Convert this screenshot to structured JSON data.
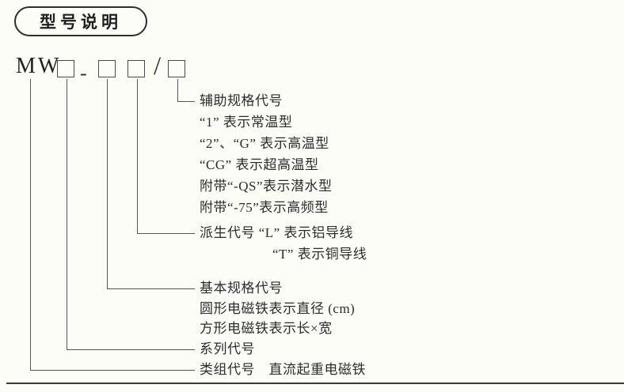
{
  "header": {
    "title": "型号说明"
  },
  "model": {
    "prefix": "MW",
    "dash": "-",
    "slash": "/"
  },
  "callouts": {
    "auxiliary": {
      "lines": [
        "辅助规格代号",
        "“1” 表示常温型",
        "“2”、“G” 表示高温型",
        "“CG” 表示超高温型",
        "附带“-QS”表示潜水型",
        "附带“-75”表示高频型"
      ]
    },
    "derived": {
      "line1": "派生代号 “L” 表示铝导线",
      "line2": "“T” 表示铜导线"
    },
    "basic": {
      "lines": [
        "基本规格代号",
        "圆形电磁铁表示直径 (cm)",
        "方形电磁铁表示长×宽"
      ]
    },
    "series": {
      "label": "系列代号"
    },
    "class_group": {
      "label": "类组代号　直流起重电磁铁"
    }
  }
}
